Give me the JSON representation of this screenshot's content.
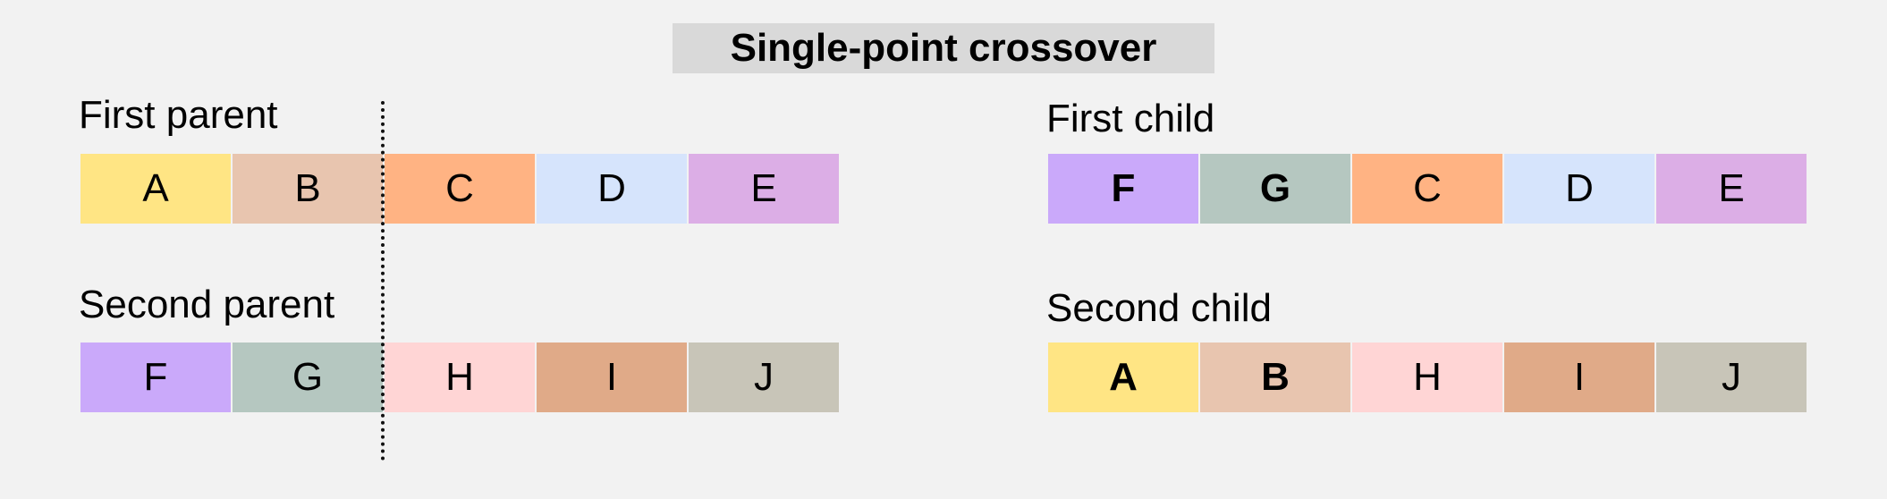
{
  "title": "Single-point crossover",
  "colors": {
    "A": "#ffe584",
    "B": "#e8c5af",
    "C": "#ffb383",
    "D": "#d6e4fc",
    "E": "#dcaee6",
    "F": "#caa9fa",
    "G": "#b5c7c0",
    "H": "#ffd5d5",
    "I": "#e0aa88",
    "J": "#c8c5b8"
  },
  "first_parent": {
    "label": "First parent",
    "genes": [
      {
        "letter": "A",
        "color": "#ffe584",
        "bold": false
      },
      {
        "letter": "B",
        "color": "#e8c5af",
        "bold": false
      },
      {
        "letter": "C",
        "color": "#ffb383",
        "bold": false
      },
      {
        "letter": "D",
        "color": "#d6e4fc",
        "bold": false
      },
      {
        "letter": "E",
        "color": "#dcaee6",
        "bold": false
      }
    ]
  },
  "second_parent": {
    "label": "Second parent",
    "genes": [
      {
        "letter": "F",
        "color": "#caa9fa",
        "bold": false
      },
      {
        "letter": "G",
        "color": "#b5c7c0",
        "bold": false
      },
      {
        "letter": "H",
        "color": "#ffd5d5",
        "bold": false
      },
      {
        "letter": "I",
        "color": "#e0aa88",
        "bold": false
      },
      {
        "letter": "J",
        "color": "#c8c5b8",
        "bold": false
      }
    ]
  },
  "first_child": {
    "label": "First child",
    "genes": [
      {
        "letter": "F",
        "color": "#caa9fa",
        "bold": true
      },
      {
        "letter": "G",
        "color": "#b5c7c0",
        "bold": true
      },
      {
        "letter": "C",
        "color": "#ffb383",
        "bold": false
      },
      {
        "letter": "D",
        "color": "#d6e4fc",
        "bold": false
      },
      {
        "letter": "E",
        "color": "#dcaee6",
        "bold": false
      }
    ]
  },
  "second_child": {
    "label": "Second child",
    "genes": [
      {
        "letter": "A",
        "color": "#ffe584",
        "bold": true
      },
      {
        "letter": "B",
        "color": "#e8c5af",
        "bold": true
      },
      {
        "letter": "H",
        "color": "#ffd5d5",
        "bold": false
      },
      {
        "letter": "I",
        "color": "#e0aa88",
        "bold": false
      },
      {
        "letter": "J",
        "color": "#c8c5b8",
        "bold": false
      }
    ]
  }
}
